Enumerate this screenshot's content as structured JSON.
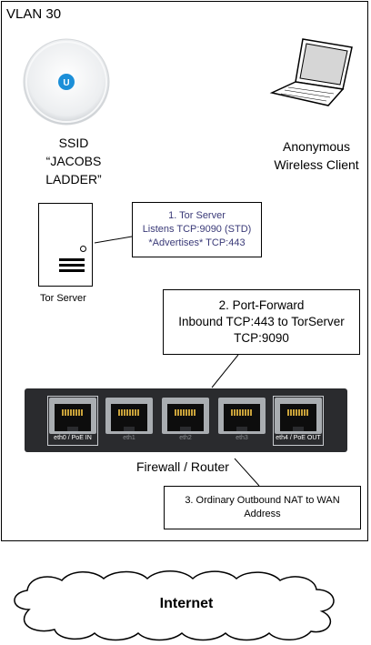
{
  "vlan": {
    "label": "VLAN 30"
  },
  "access_point": {
    "ssid_lines": [
      "SSID",
      "“JACOBS",
      "LADDER”"
    ]
  },
  "wireless_client": {
    "label_lines": [
      "Anonymous",
      "Wireless Client"
    ]
  },
  "tor_server": {
    "label": "Tor Server",
    "callout_lines": [
      "1. Tor Server",
      "Listens TCP:9090 (STD)",
      "*Advertises* TCP:443"
    ]
  },
  "port_forward": {
    "callout_lines": [
      "2. Port-Forward",
      "Inbound TCP:443 to TorServer",
      "TCP:9090"
    ]
  },
  "router": {
    "label": "Firewall / Router",
    "ports": [
      {
        "label": "eth0 / PoE IN",
        "highlighted": true
      },
      {
        "label": "eth1",
        "highlighted": false
      },
      {
        "label": "eth2",
        "highlighted": false
      },
      {
        "label": "eth3",
        "highlighted": false
      },
      {
        "label": "eth4 / PoE OUT",
        "highlighted": true
      }
    ]
  },
  "nat": {
    "callout_lines": [
      "3. Ordinary Outbound NAT to WAN",
      "Address"
    ]
  },
  "internet": {
    "label": "Internet"
  },
  "colors": {
    "tor_callout_text": "#3a3a78",
    "router_body": "#2a2b2e",
    "ap_logo": "#1c8fd8"
  }
}
